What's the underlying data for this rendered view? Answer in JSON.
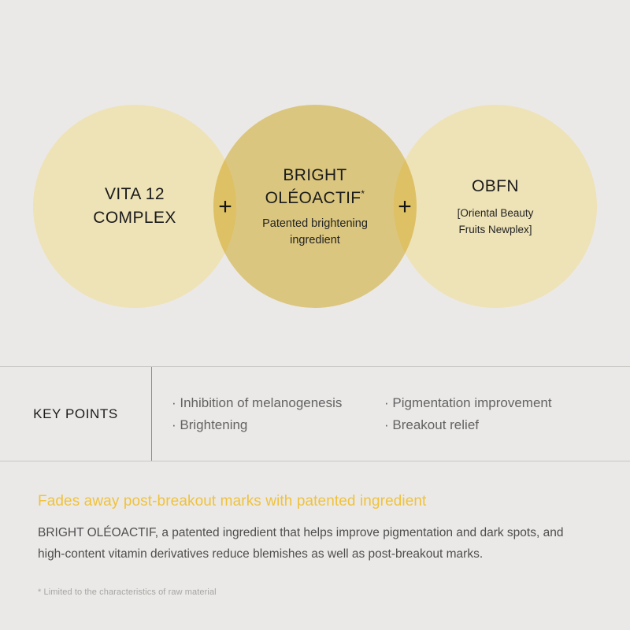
{
  "background_color": "#ebe9e7",
  "colors": {
    "circle_side": "#eee2b7",
    "circle_center": "#eed98c",
    "circle_overlap": "#ebce76",
    "accent_yellow": "#efc23c",
    "body_text": "#4e4e4e",
    "keypoint_text": "#636363",
    "rule": "#c9c7c4",
    "divider": "#8e8d8a"
  },
  "ingredients": {
    "left": {
      "title": "VITA 12\nCOMPLEX",
      "subtitle": ""
    },
    "center": {
      "title": "BRIGHT\nOLÉOACTIF",
      "title_superscript": "*",
      "subtitle": "Patented brightening\ningredient"
    },
    "right": {
      "title": "OBFN",
      "subtitle": "[Oriental Beauty\nFruits Newplex]"
    },
    "operator_1": "+",
    "operator_2": "+"
  },
  "key_points": {
    "label": "KEY POINTS",
    "column_1": [
      "· Inhibition of melanogenesis",
      "· Brightening"
    ],
    "column_2": [
      "· Pigmentation improvement",
      "· Breakout relief"
    ]
  },
  "bottom": {
    "headline": "Fades away post-breakout marks with patented ingredient",
    "body": "BRIGHT OLÉOACTIF, a patented ingredient that helps improve pigmentation and dark spots, and high-content vitamin derivatives reduce blemishes as well as post-breakout marks.",
    "footnote": "* Limited to the characteristics of raw material"
  }
}
